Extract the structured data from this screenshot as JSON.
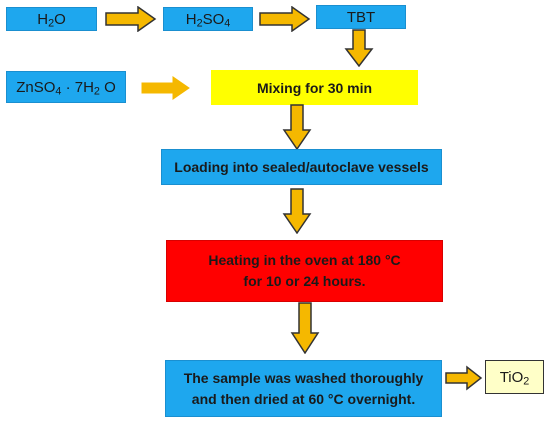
{
  "diagram": {
    "nodes": {
      "h2o": {
        "main": "H",
        "sub": "2",
        "tail": "O"
      },
      "h2so4": {
        "a": "H",
        "a_sub": "2",
        "b": "SO",
        "b_sub": "4"
      },
      "tbt": {
        "label": "TBT"
      },
      "znso4": {
        "a": "ZnSO",
        "a_sub": "4",
        "b": " · 7H",
        "b_sub": "2",
        "c": " O"
      },
      "mixing": {
        "label": "Mixing for 30 min"
      },
      "loading": {
        "label": "Loading into sealed/autoclave vessels"
      },
      "heating": {
        "line1": "Heating in the oven at 180 °C",
        "line2": "for 10 or 24 hours."
      },
      "washing": {
        "line1": "The sample was washed thoroughly",
        "line2": "and then dried at 60 °C overnight."
      },
      "tio2": {
        "main": "TiO",
        "sub": "2"
      }
    },
    "colors": {
      "blue_box": "#1ea7ee",
      "yellow_box": "#ffff00",
      "red_box": "#ff0000",
      "result_box": "#ffffc8",
      "arrow_fill": "#f5b800",
      "arrow_stroke": "#333333"
    }
  }
}
